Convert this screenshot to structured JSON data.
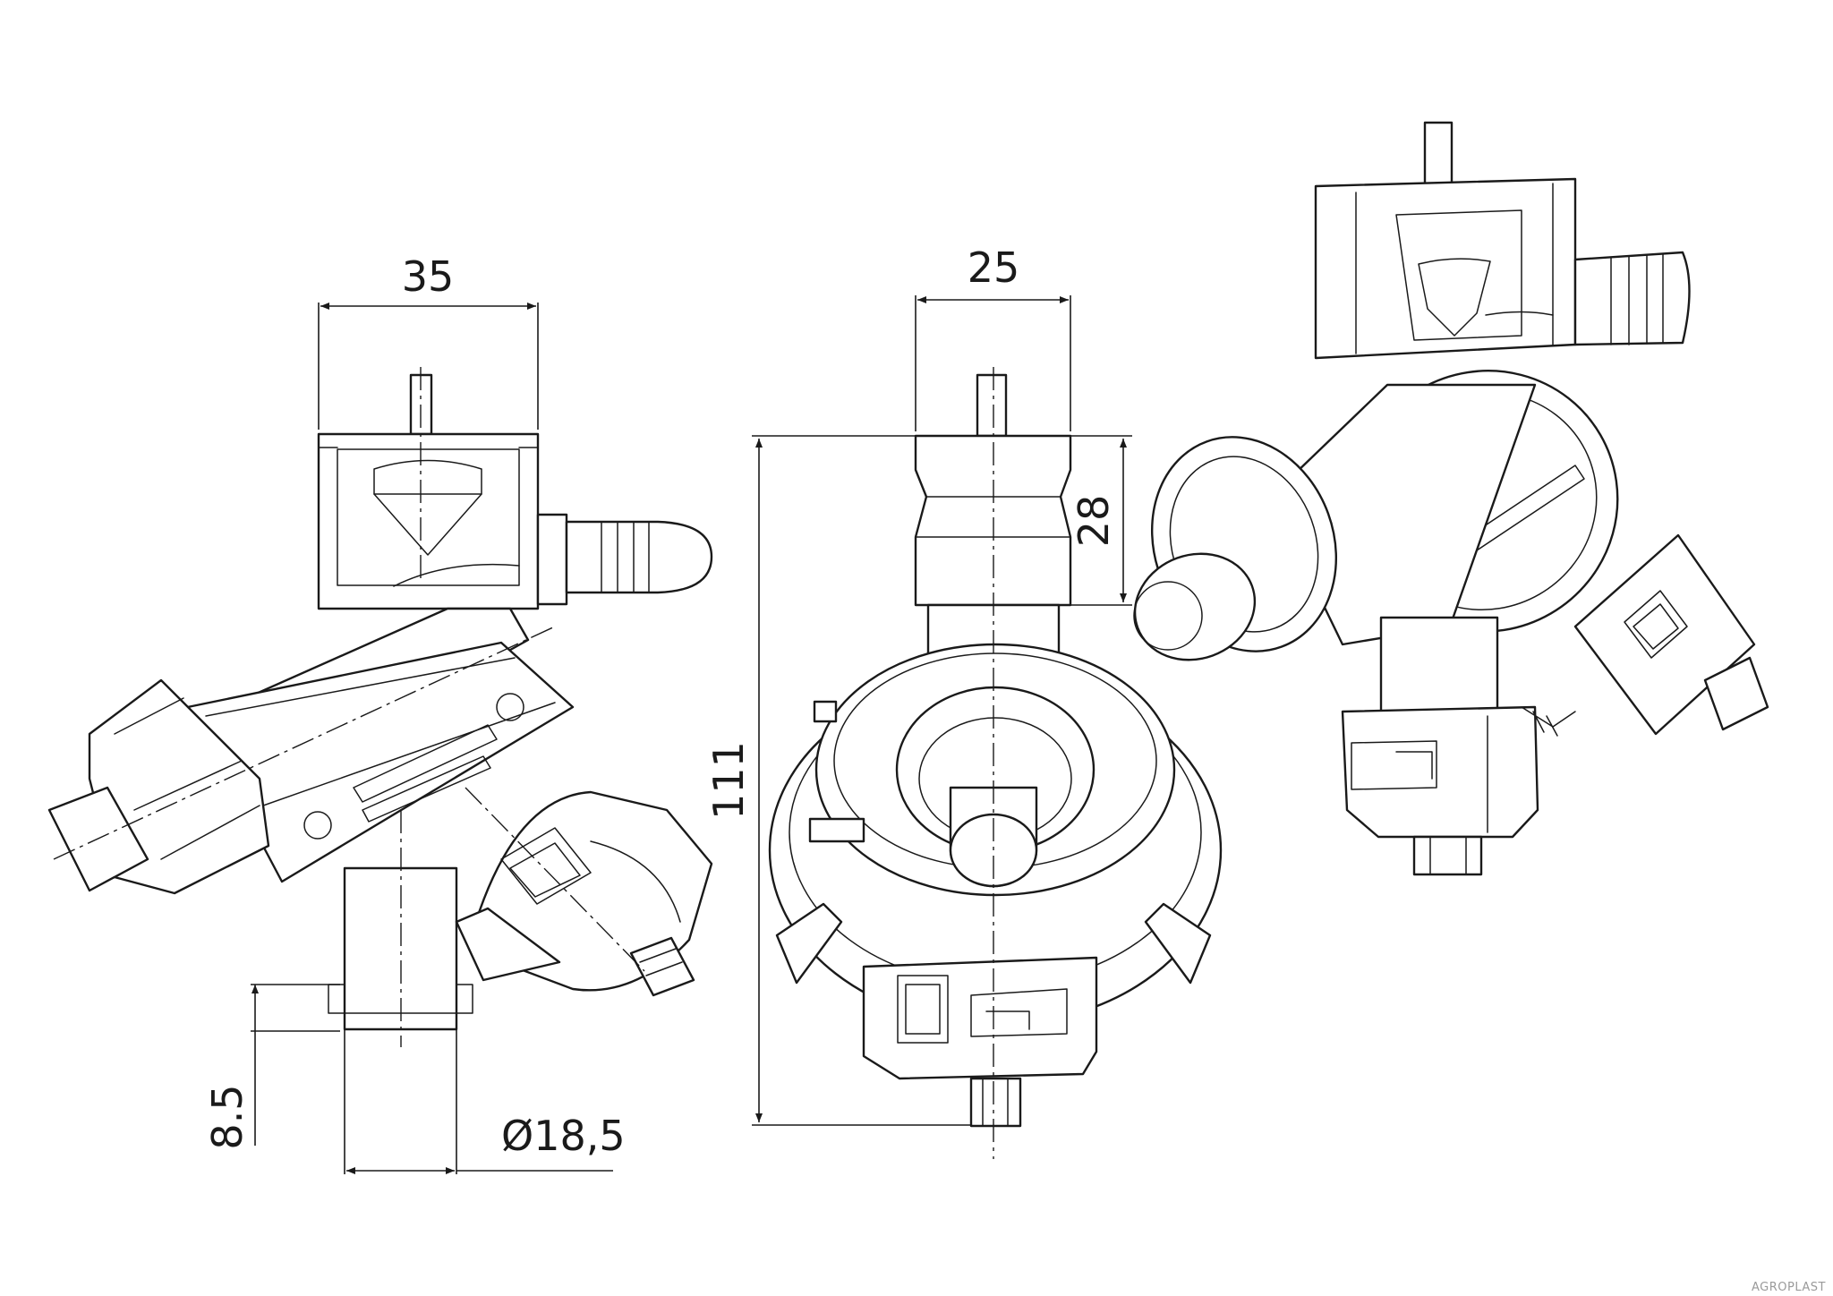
{
  "dimensions": {
    "left_width": "35",
    "left_height": "8.5",
    "left_diameter": "Ø18,5",
    "middle_width": "25",
    "middle_total_height": "111",
    "middle_head_height": "28"
  },
  "watermark": "AGROPLAST",
  "colors": {
    "line": "#1a1a1a",
    "background": "#ffffff",
    "watermark": "#9a9a9a"
  }
}
